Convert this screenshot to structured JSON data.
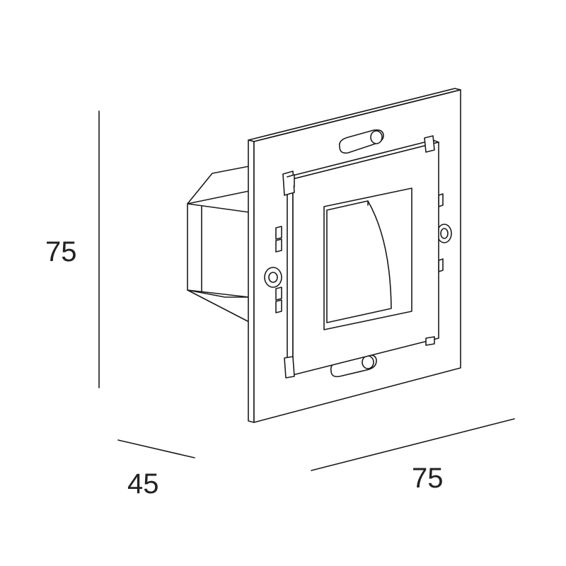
{
  "dimensions": {
    "height_label": "75",
    "depth_label": "45",
    "width_label": "75"
  },
  "colors": {
    "line": "#1a1a1a",
    "fill": "#ffffff"
  }
}
